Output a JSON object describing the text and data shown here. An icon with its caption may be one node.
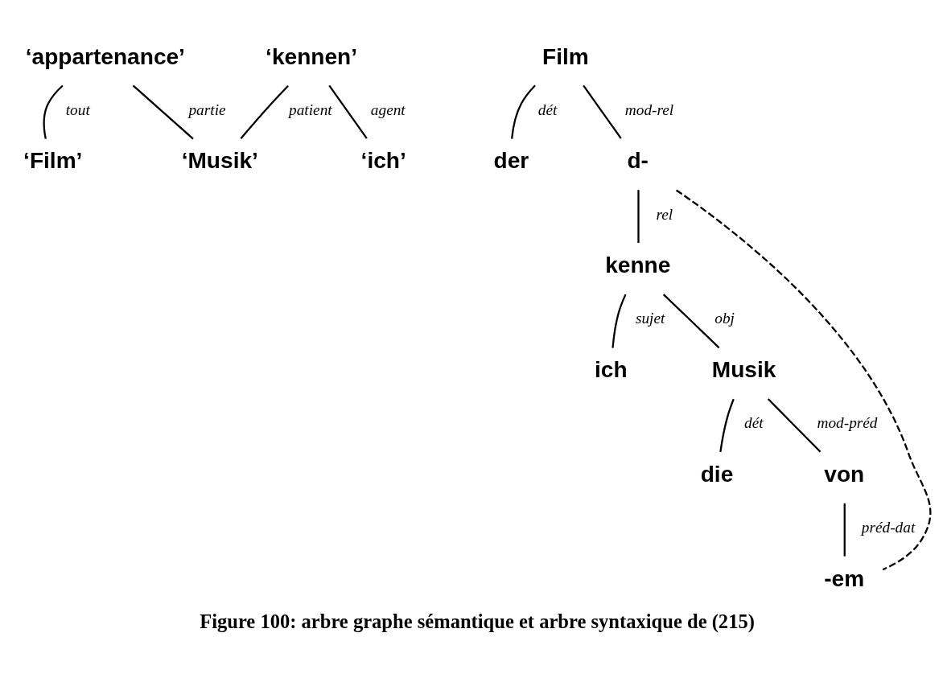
{
  "diagram": {
    "caption": "Figure 100: arbre graphe sémantique et arbre syntaxique de (215)",
    "nodes": [
      {
        "text": [
          "‘appartenance’"
        ]
      },
      {
        "text": [
          "‘kennen’"
        ]
      },
      {
        "text": [
          "‘Film’"
        ]
      },
      {
        "text": [
          "‘Musik’"
        ]
      },
      {
        "text": [
          "‘ich’"
        ]
      },
      {
        "text": [
          "Film"
        ]
      },
      {
        "text": [
          "der"
        ]
      },
      {
        "text": [
          "d-"
        ]
      },
      {
        "text": [
          "kenne"
        ]
      },
      {
        "text": [
          "ich"
        ]
      },
      {
        "text": [
          "Musik"
        ]
      },
      {
        "text": [
          "die"
        ]
      },
      {
        "text": [
          "von"
        ]
      },
      {
        "text": [
          "-em"
        ]
      }
    ],
    "edges": [
      {
        "from": 0,
        "to": 2,
        "arrow": "none",
        "label": "tout"
      },
      {
        "from": 0,
        "to": 3,
        "arrow": "none",
        "label": "partie"
      },
      {
        "from": 1,
        "to": 3,
        "arrow": "none",
        "label": "patient"
      },
      {
        "from": 1,
        "to": 4,
        "arrow": "none",
        "label": "agent"
      },
      {
        "from": 5,
        "to": 6,
        "arrow": "none",
        "label": "dét"
      },
      {
        "from": 5,
        "to": 7,
        "arrow": "none",
        "label": "mod-rel"
      },
      {
        "from": 7,
        "to": 8,
        "arrow": "none",
        "label": "rel"
      },
      {
        "from": 8,
        "to": 9,
        "arrow": "none",
        "label": "sujet"
      },
      {
        "from": 8,
        "to": 10,
        "arrow": "none",
        "label": "obj"
      },
      {
        "from": 10,
        "to": 11,
        "arrow": "none",
        "label": "dét"
      },
      {
        "from": 10,
        "to": 12,
        "arrow": "none",
        "label": "mod-préd"
      },
      {
        "from": 12,
        "to": 13,
        "arrow": "none",
        "label": "préd-dat"
      },
      {
        "from": 7,
        "to": 13,
        "arrow": "none",
        "style": "dashed"
      }
    ]
  }
}
